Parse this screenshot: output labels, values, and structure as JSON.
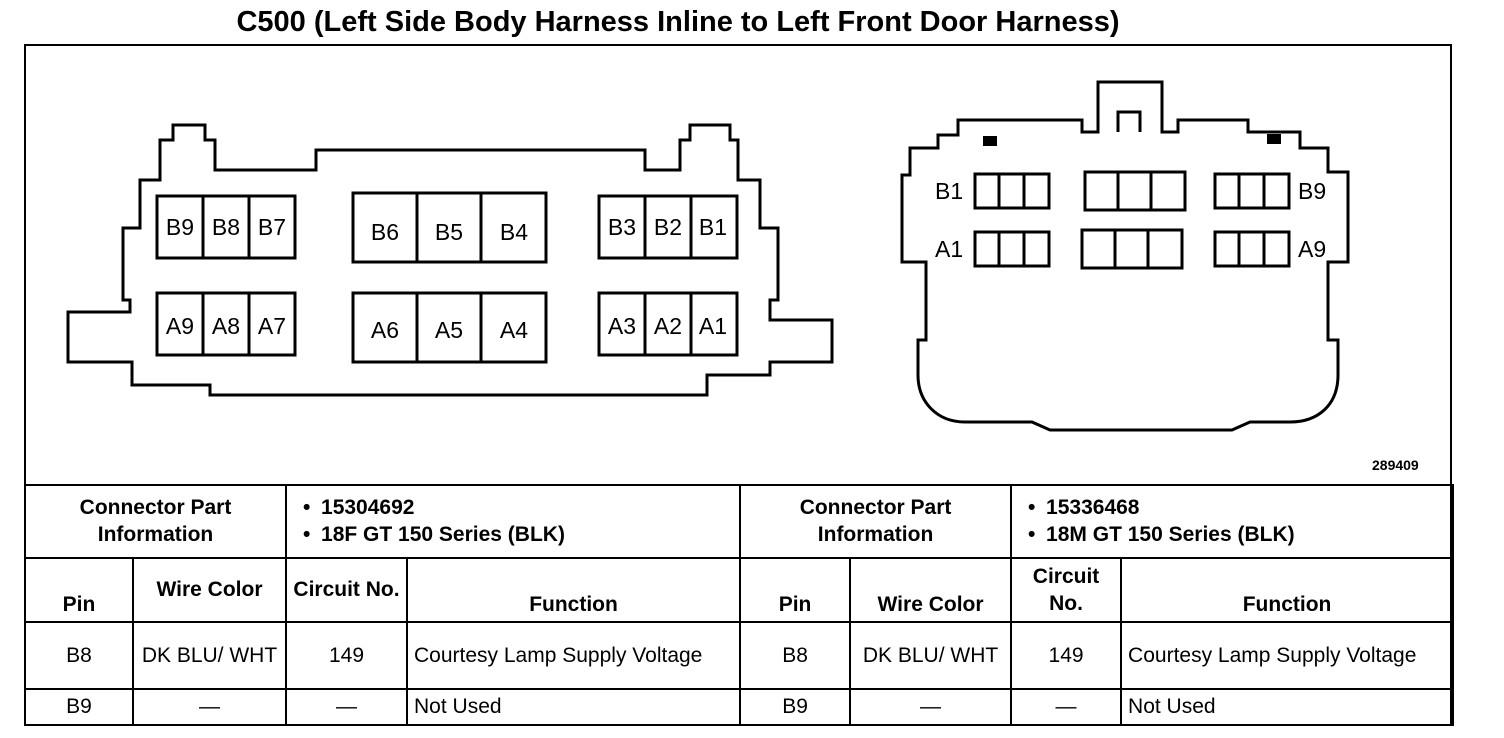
{
  "title": "C500 (Left Side Body Harness Inline to Left Front Door Harness)",
  "figure_number": "289409",
  "female_connector": {
    "row_b": [
      "B9",
      "B8",
      "B7",
      "B6",
      "B5",
      "B4",
      "B3",
      "B2",
      "B1"
    ],
    "row_a": [
      "A9",
      "A8",
      "A7",
      "A6",
      "A5",
      "A4",
      "A3",
      "A2",
      "A1"
    ]
  },
  "male_connector": {
    "labels": [
      "B1",
      "A1",
      "B9",
      "A9"
    ]
  },
  "left_table": {
    "part_info_label": "Connector Part Information",
    "part_info_items": [
      "15304692",
      "18F GT 150 Series (BLK)"
    ],
    "headers": {
      "pin": "Pin",
      "wire_color": "Wire Color",
      "circuit": "Circuit No.",
      "function": "Function"
    },
    "rows": [
      {
        "pin": "B8",
        "wire_color": "DK BLU/ WHT",
        "circuit": "149",
        "function": "Courtesy Lamp Supply Voltage"
      },
      {
        "pin": "B9",
        "wire_color": "—",
        "circuit": "—",
        "function": "Not Used"
      }
    ]
  },
  "right_table": {
    "part_info_label": "Connector Part Information",
    "part_info_items": [
      "15336468",
      "18M GT 150 Series (BLK)"
    ],
    "headers": {
      "pin": "Pin",
      "wire_color": "Wire Color",
      "circuit": "Circuit No.",
      "function": "Function"
    },
    "rows": [
      {
        "pin": "B8",
        "wire_color": "DK BLU/ WHT",
        "circuit": "149",
        "function": "Courtesy Lamp Supply Voltage"
      },
      {
        "pin": "B9",
        "wire_color": "—",
        "circuit": "—",
        "function": "Not Used"
      }
    ]
  }
}
